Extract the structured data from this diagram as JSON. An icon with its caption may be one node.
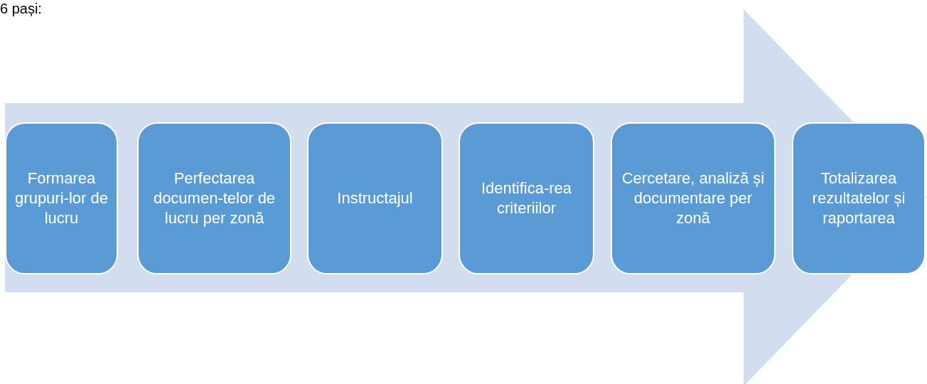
{
  "diagram": {
    "nodes": [
      {
        "text": [
          "Formarea grupuri-lor de lucru"
        ]
      },
      {
        "text": [
          "Perfectarea documen-telor de lucru per zonă"
        ]
      },
      {
        "text": [
          "Instructajul"
        ]
      },
      {
        "text": [
          "Identifica-rea criteriilor"
        ]
      },
      {
        "text": [
          "Cercetare, analiză și documentare per zonă"
        ]
      },
      {
        "text": [
          "Totalizarea rezultatelor și raportarea"
        ]
      }
    ],
    "edges": [
      {
        "from": 0,
        "to": 5,
        "arrow": "to",
        "style": "thick"
      }
    ],
    "labels": [
      "6 pași:"
    ]
  }
}
